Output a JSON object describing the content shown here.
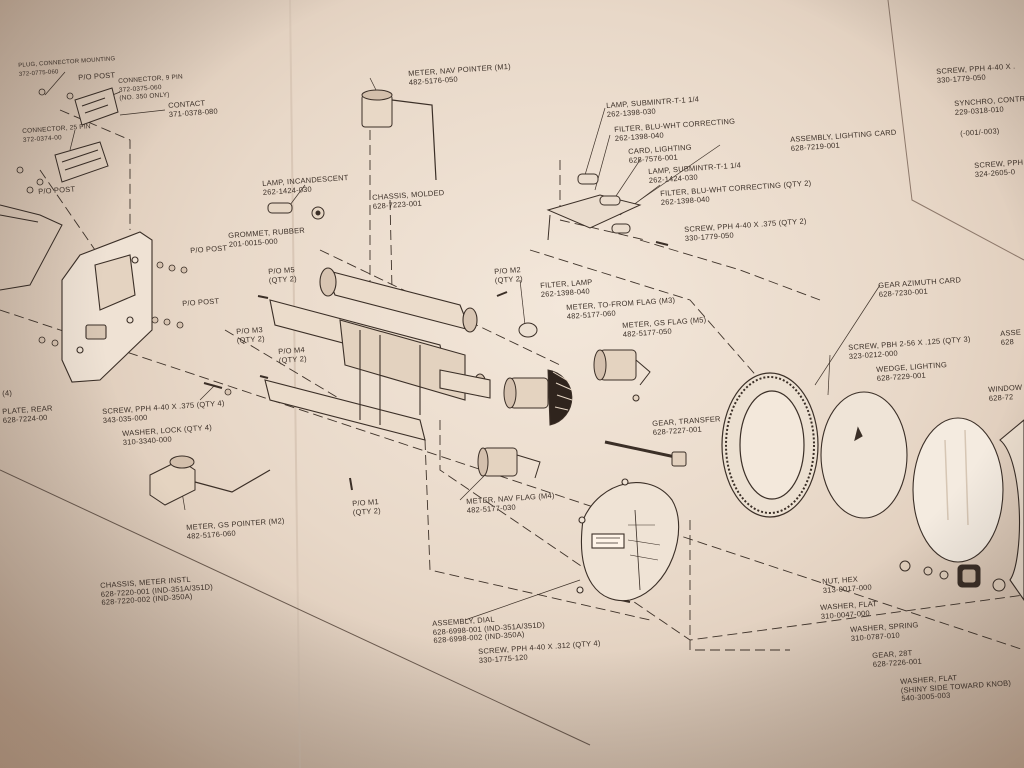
{
  "colors": {
    "paper": "#f1e4d6",
    "ink": "#3b2f27",
    "shadow": "#c4ab96"
  },
  "labels": {
    "plug": {
      "l1": "PLUG, CONNECTOR MOUNTING",
      "l2": "372-0775-060"
    },
    "po_post_a": "P/O POST",
    "connector_9": {
      "l1": "CONNECTOR, 9 PIN",
      "l2": "372-0375-060",
      "l3": "(NO. 350 ONLY)"
    },
    "contact": {
      "l1": "CONTACT",
      "l2": "371-0378-080"
    },
    "connector_25": {
      "l1": "CONNECTOR, 25 PIN",
      "l2": "372-0374-00"
    },
    "po_post_b": "P/O POST",
    "po_post_c": "P/O POST",
    "po_post_d": "P/O POST",
    "plate_rear": {
      "l1": "PLATE, REAR",
      "l2": "628-7224-00"
    },
    "meter_nav_pointer": {
      "l1": "METER, NAV POINTER (M1)",
      "l2": "482-5176-050"
    },
    "lamp_incandescent": {
      "l1": "LAMP, INCANDESCENT",
      "l2": "262-1424-030"
    },
    "grommet": {
      "l1": "GROMMET, RUBBER",
      "l2": "201-0015-000"
    },
    "chassis_molded": {
      "l1": "CHASSIS, MOLDED",
      "l2": "628-7223-001"
    },
    "po_m5": {
      "l1": "P/O M5",
      "l2": "(QTY 2)"
    },
    "po_m3": {
      "l1": "P/O M3",
      "l2": "(QTY 2)"
    },
    "po_m4": {
      "l1": "P/O M4",
      "l2": "(QTY 2)"
    },
    "screw_pph_440": {
      "l1": "SCREW, PPH 4-40 X .375 (QTY 4)",
      "l2": "343-035-000"
    },
    "washer_lock": {
      "l1": "WASHER, LOCK (QTY 4)",
      "l2": "310-3340-000"
    },
    "meter_gs_pointer": {
      "l1": "METER, GS POINTER (M2)",
      "l2": "482-5176-060"
    },
    "po_m1": {
      "l1": "P/O M1",
      "l2": "(QTY 2)"
    },
    "chassis_meter": {
      "l1": "CHASSIS, METER INSTL",
      "l2": "628-7220-001 (IND-351A/351D)",
      "l3": "628-7220-002 (IND-350A)"
    },
    "lamp_subminiature": {
      "l1": "LAMP, SUBMINTR-T-1 1/4",
      "l2": "262-1398-030"
    },
    "filter_blu_wht": {
      "l1": "FILTER, BLU-WHT CORRECTING",
      "l2": "262-1398-040"
    },
    "card_lighting": {
      "l1": "CARD, LIGHTING",
      "l2": "628-7576-001"
    },
    "assembly_lighting": {
      "l1": "ASSEMBLY, LIGHTING CARD",
      "l2": "628-7219-001"
    },
    "lamp_subminiature_2": {
      "l1": "LAMP, SUBMINTR-T-1 1/4",
      "l2": "262-1424-030"
    },
    "filter_blu_wht_2": {
      "l1": "FILTER, BLU-WHT CORRECTING (QTY 2)",
      "l2": "262-1398-040"
    },
    "screw_pph_379": {
      "l1": "SCREW, PPH 4-40 X .375 (QTY 2)",
      "l2": "330-1779-050"
    },
    "po_m2": {
      "l1": "P/O M2",
      "l2": "(QTY 2)"
    },
    "filter_lamp": {
      "l1": "FILTER, LAMP",
      "l2": "262-1398-040"
    },
    "meter_to_from": {
      "l1": "METER, TO-FROM FLAG (M3)",
      "l2": "482-5177-060"
    },
    "meter_gs_flag": {
      "l1": "METER, GS FLAG (M5)",
      "l2": "482-5177-050"
    },
    "gear_transfer": {
      "l1": "GEAR, TRANSFER",
      "l2": "628-7227-001"
    },
    "meter_nav_flag": {
      "l1": "METER, NAV FLAG (M4)",
      "l2": "482-5177-030"
    },
    "assembly_dial": {
      "l1": "ASSEMBLY, DIAL",
      "l2": "628-6998-001 (IND-351A/351D)",
      "l3": "628-6998-002 (IND-350A)"
    },
    "screw_pph_312": {
      "l1": "SCREW, PPH 4-40 X .312 (QTY 4)",
      "l2": "330-1775-120"
    },
    "gear_azimuth": {
      "l1": "GEAR AZIMUTH CARD",
      "l2": "628-7230-001"
    },
    "screw_pbh": {
      "l1": "SCREW, PBH 2-56 X .125 (QTY 3)",
      "l2": "323-0212-000"
    },
    "wedge_lighting": {
      "l1": "WEDGE, LIGHTING",
      "l2": "628-7229-001"
    },
    "window": {
      "l1": "WINDOW",
      "l2": "628-72"
    },
    "nut_hex": {
      "l1": "NUT, HEX",
      "l2": "313-0017-000"
    },
    "washer_flat": {
      "l1": "WASHER, FLAT",
      "l2": "310-0047-000"
    },
    "washer_spring": {
      "l1": "WASHER, SPRING",
      "l2": "310-0787-010"
    },
    "gear_28t": {
      "l1": "GEAR, 28T",
      "l2": "628-7226-001"
    },
    "washer_flat_shiny": {
      "l1": "WASHER, FLAT",
      "l2": "(SHINY SIDE TOWARD KNOB)",
      "l3": "540-3005-003"
    },
    "screw_ppn_right": {
      "l1": "SCREW, PPH 4-40 X .",
      "l2": "330-1779-050"
    },
    "synchro": {
      "l1": "SYNCHRO, CONTROL",
      "l2": "229-0318-010"
    },
    "part_1001": {
      "l1": "(-001/-003)"
    },
    "screw_ppn_right2": {
      "l1": "SCREW, PPH",
      "l2": "324-2605-0"
    },
    "edge_asse": {
      "l1": "ASSE",
      "l2": "628"
    },
    "edge_plate_left": {
      "l1": "(4)"
    }
  }
}
